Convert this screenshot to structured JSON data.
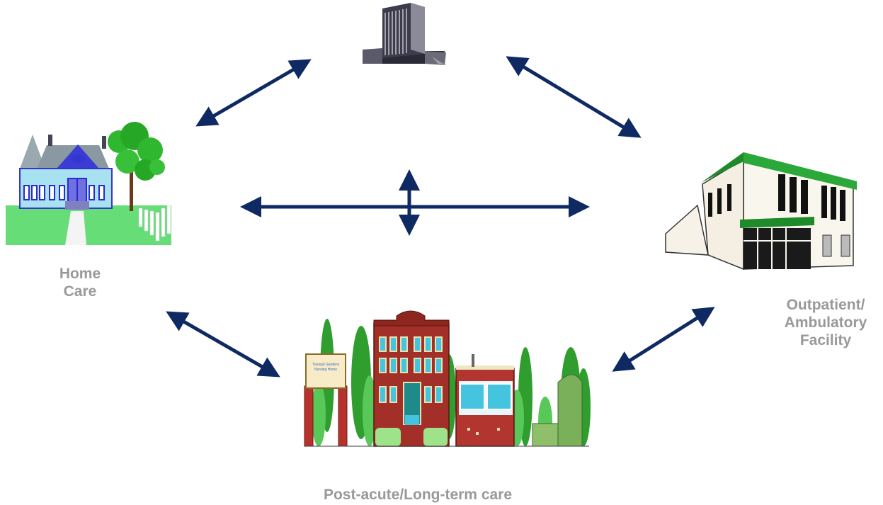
{
  "nodes": {
    "hospital": {
      "icon": "hospital-building-icon"
    },
    "home": {
      "icon": "house-with-tree-icon",
      "label_line1": "Home",
      "label_line2": "Care"
    },
    "outpatient": {
      "icon": "storefront-building-icon",
      "label_line1": "Outpatient/",
      "label_line2": "Ambulatory",
      "label_line3": "Facility"
    },
    "ltc": {
      "icon": "nursing-home-buildings-icon",
      "label": "Post-acute/Long-term care",
      "sign_text_1": "Tranquil Gardens",
      "sign_text_2": "Nursing Home"
    }
  },
  "colors": {
    "arrow": "#0f2a63",
    "label": "#999999"
  }
}
